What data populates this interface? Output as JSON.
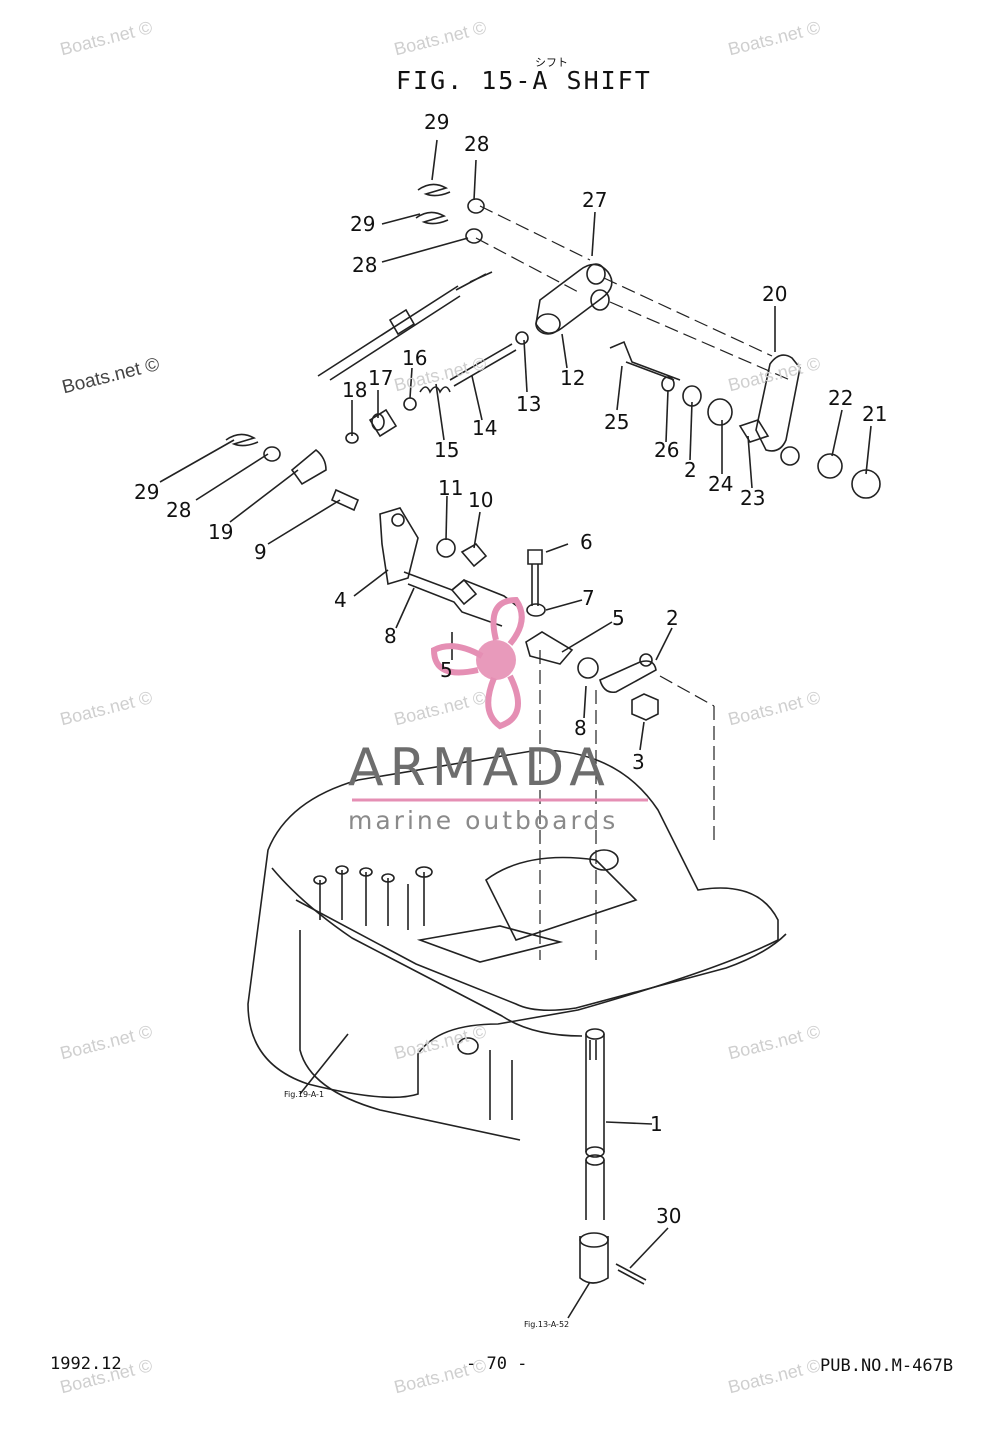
{
  "header": {
    "title_jp": "シフト",
    "title": "FIG. 15-A SHIFT"
  },
  "callouts": {
    "c1": "1",
    "c2a": "2",
    "c2b": "2",
    "c3": "3",
    "c4": "4",
    "c5a": "5",
    "c5b": "5",
    "c6": "6",
    "c7": "7",
    "c8a": "8",
    "c8b": "8",
    "c9": "9",
    "c10": "10",
    "c11": "11",
    "c12": "12",
    "c13": "13",
    "c14": "14",
    "c15": "15",
    "c16": "16",
    "c17": "17",
    "c18": "18",
    "c19": "19",
    "c20": "20",
    "c21": "21",
    "c22": "22",
    "c23": "23",
    "c24": "24",
    "c25": "25",
    "c26": "26",
    "c27": "27",
    "c28a": "28",
    "c28b": "28",
    "c28c": "28",
    "c29a": "29",
    "c29b": "29",
    "c29c": "29",
    "c30": "30"
  },
  "references": {
    "ref_cowling": "Fig.19-A-1",
    "ref_shaft": "Fig.13-A-52"
  },
  "watermarks": {
    "site": "Boats.net ©"
  },
  "brand": {
    "name": "ARMADA",
    "tagline": "marine outboards",
    "accent_color": "#e58fb4"
  },
  "footer": {
    "date": "1992.12",
    "page": "- 70 -",
    "pub_no": "PUB.NO.M-467B"
  }
}
